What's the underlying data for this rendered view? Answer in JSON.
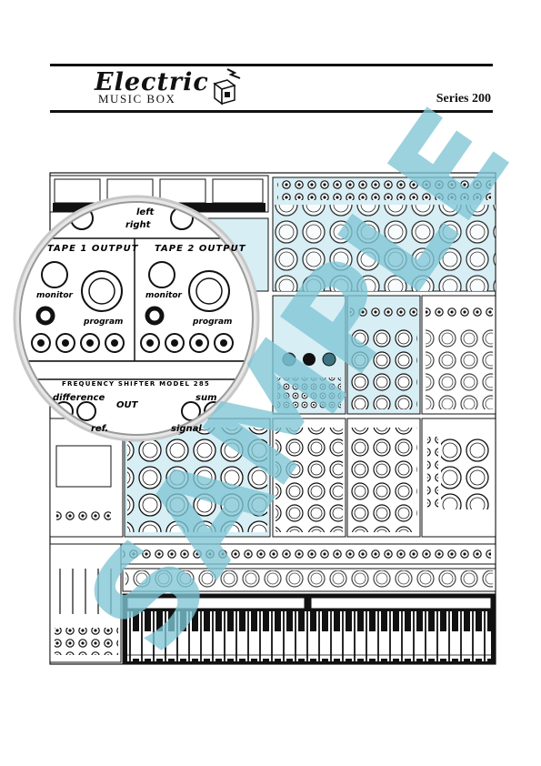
{
  "header": {
    "brand_main": "Electric",
    "brand_sub": "MUSIC BOX",
    "series": "Series 200"
  },
  "zoom_panel": {
    "tape1_label": "TAPE 1 OUTPUT",
    "tape2_label": "TAPE 2 OUTPUT",
    "monitor_label": "monitor",
    "program_label": "program",
    "left_label": "left",
    "right_label": "right",
    "module_title": "FREQUENCY SHIFTER MODEL 285",
    "difference_label": "difference",
    "out_label": "OUT",
    "sum_label": "sum",
    "ref_label": "ref.",
    "signal_label": "signal"
  },
  "watermark": {
    "text": "SAMPLE",
    "color": "#7fc6d6"
  },
  "colors": {
    "ink": "#111111",
    "panel_tint": "#d7eef4"
  }
}
